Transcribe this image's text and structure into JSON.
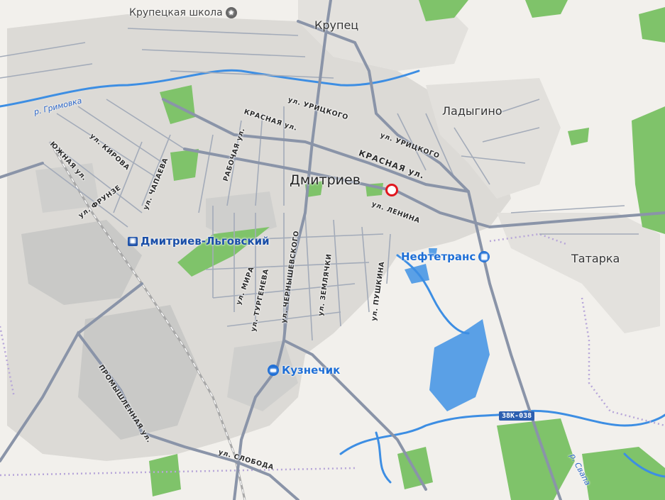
{
  "map": {
    "colors": {
      "background": "#f2f0ec",
      "urban": "#dcdad6",
      "industrial": "#c8c8c6",
      "green": "#7fc36a",
      "water": "#5aa0e6",
      "road_main": "#7f8aa0",
      "road_minor": "#9aa3b3",
      "boundary": "#b7a6d9",
      "marker": "#e0171f"
    },
    "places": {
      "krupets": "Крупец",
      "dmitriev": "Дмитриев",
      "ladygino": "Ладыгино",
      "tatarka": "Татарка"
    },
    "pois": {
      "school_label": "Крупецкая школа",
      "school_icon": "school-icon",
      "station_label": "Дмитриев-Льговский",
      "station_icon": "railway-station-icon",
      "fuel_label": "Нефтетранс",
      "fuel_icon": "fuel-icon",
      "hotel_label": "Кузнечик",
      "hotel_icon": "bed-icon"
    },
    "rivers": {
      "grimovka": "р. Гримовка",
      "svapa": "р. Свапа"
    },
    "streets": {
      "uritskogo_1": "ул. УРИЦКОГО",
      "uritskogo_2": "ул. УРИЦКОГО",
      "krasnaya_1": "КРАСНАЯ ул.",
      "krasnaya_2": "КРАСНАЯ ул.",
      "kirova": "ул. КИРОВА",
      "yuzhnaya": "ЮЖНАЯ ул.",
      "frunze": "ул. ФРУНЗЕ",
      "chapaeva": "ул. ЧАПАЕВА",
      "rabochaya": "РАБОЧАЯ ул.",
      "lenina": "ул. ЛЕНИНА",
      "chernyshevskogo": "ул. ЧЕРНЫШЕВСКОГО",
      "zemlyachki": "ул. ЗЕМЛЯЧКИ",
      "pushkina": "ул. ПУШКИНА",
      "mira": "ул. МИРА",
      "turgeneva": "ул. ТУРГЕНЕВА",
      "promyshlennaya": "ПРОМЫШЛЕННАЯ ул.",
      "sloboda": "ул. СЛОБОДА"
    },
    "road_shield": "38К-038",
    "marker_icon": "location-marker-icon"
  }
}
